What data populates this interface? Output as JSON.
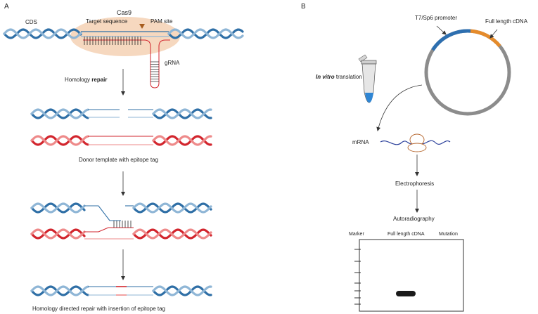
{
  "panel_a": {
    "label": "A",
    "cas9": "Cas9",
    "cds": "CDS",
    "target_sequence": "Target sequence",
    "pam_site": "PAM site",
    "grna": "gRNA",
    "step1_prefix": "Homology ",
    "step1_bold": "repair",
    "step2": "Donor template with epitope tag",
    "step3": "Homology directed repair with insertion of epitope tag"
  },
  "panel_b": {
    "label": "B",
    "promoter": "T7/Sp6 promoter",
    "cdna": "Full length cDNA",
    "in_vitro_italic": "In vitro",
    "in_vitro_rest": " translation",
    "mrna": "mRNA",
    "electrophoresis": "Electrophoresis",
    "autoradiography": "Autoradiography",
    "gel_headers": [
      "Marker",
      "Full length cDNA",
      "Mutation"
    ]
  },
  "colors": {
    "dna_blue": "#2f6fa6",
    "dna_light_blue": "#8fb6d6",
    "dna_red": "#d2252d",
    "dna_light_red": "#ee8a8a",
    "cas9_fill": "#f6d8bf",
    "pam_orange": "#a65c1e",
    "plasmid_gray": "#8c8c8c",
    "promoter_blue": "#2d6fb0",
    "cdna_orange": "#e58b2b"
  }
}
